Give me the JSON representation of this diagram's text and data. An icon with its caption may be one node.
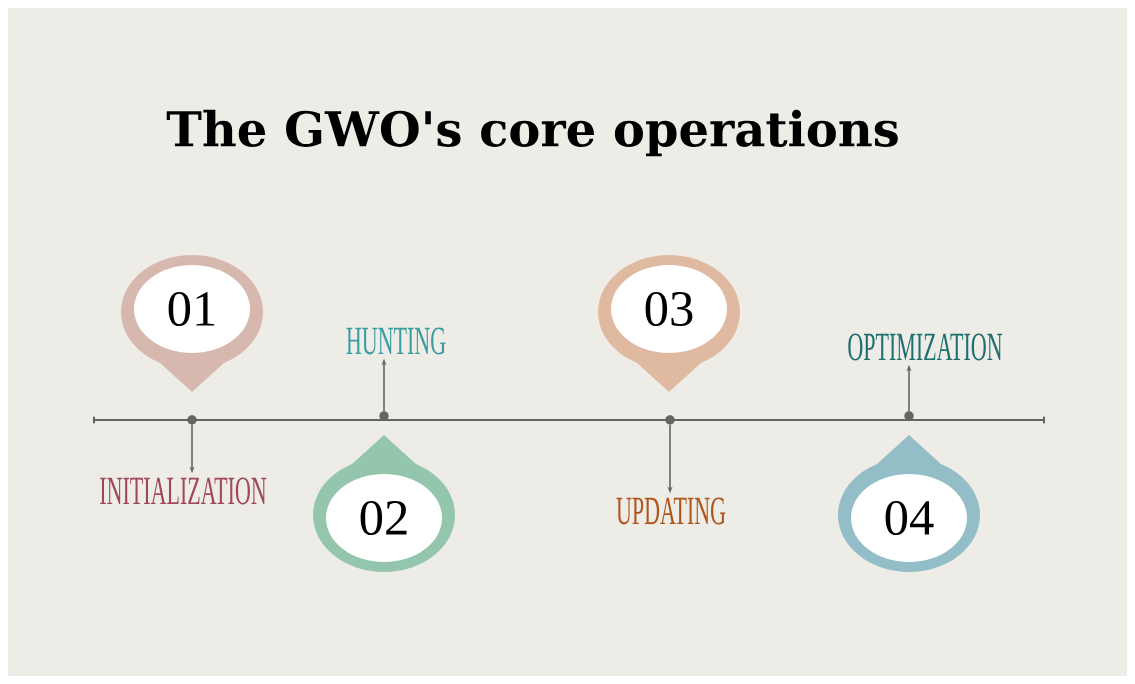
{
  "diagram": {
    "title": "The GWO's core operations",
    "nodes": [
      {
        "text": [
          "01"
        ]
      },
      {
        "text": [
          "INITIALIZATION"
        ]
      },
      {
        "text": [
          "HUNTING"
        ]
      },
      {
        "text": [
          "02"
        ]
      },
      {
        "text": [
          "03"
        ]
      },
      {
        "text": [
          "UPDATING"
        ]
      },
      {
        "text": [
          "OPTIMIZATION"
        ]
      },
      {
        "text": [
          "04"
        ]
      },
      {
        "text": [],
        "shape": "circle"
      },
      {
        "text": [],
        "shape": "circle"
      },
      {
        "text": [],
        "shape": "circle"
      },
      {
        "text": [],
        "shape": "circle"
      }
    ],
    "edges": [
      {
        "from": 8,
        "to": 1,
        "arrow": "to"
      },
      {
        "from": 9,
        "to": 2,
        "arrow": "to"
      },
      {
        "from": 10,
        "to": 5,
        "arrow": "to"
      },
      {
        "from": 11,
        "to": 6,
        "arrow": "to"
      }
    ]
  }
}
